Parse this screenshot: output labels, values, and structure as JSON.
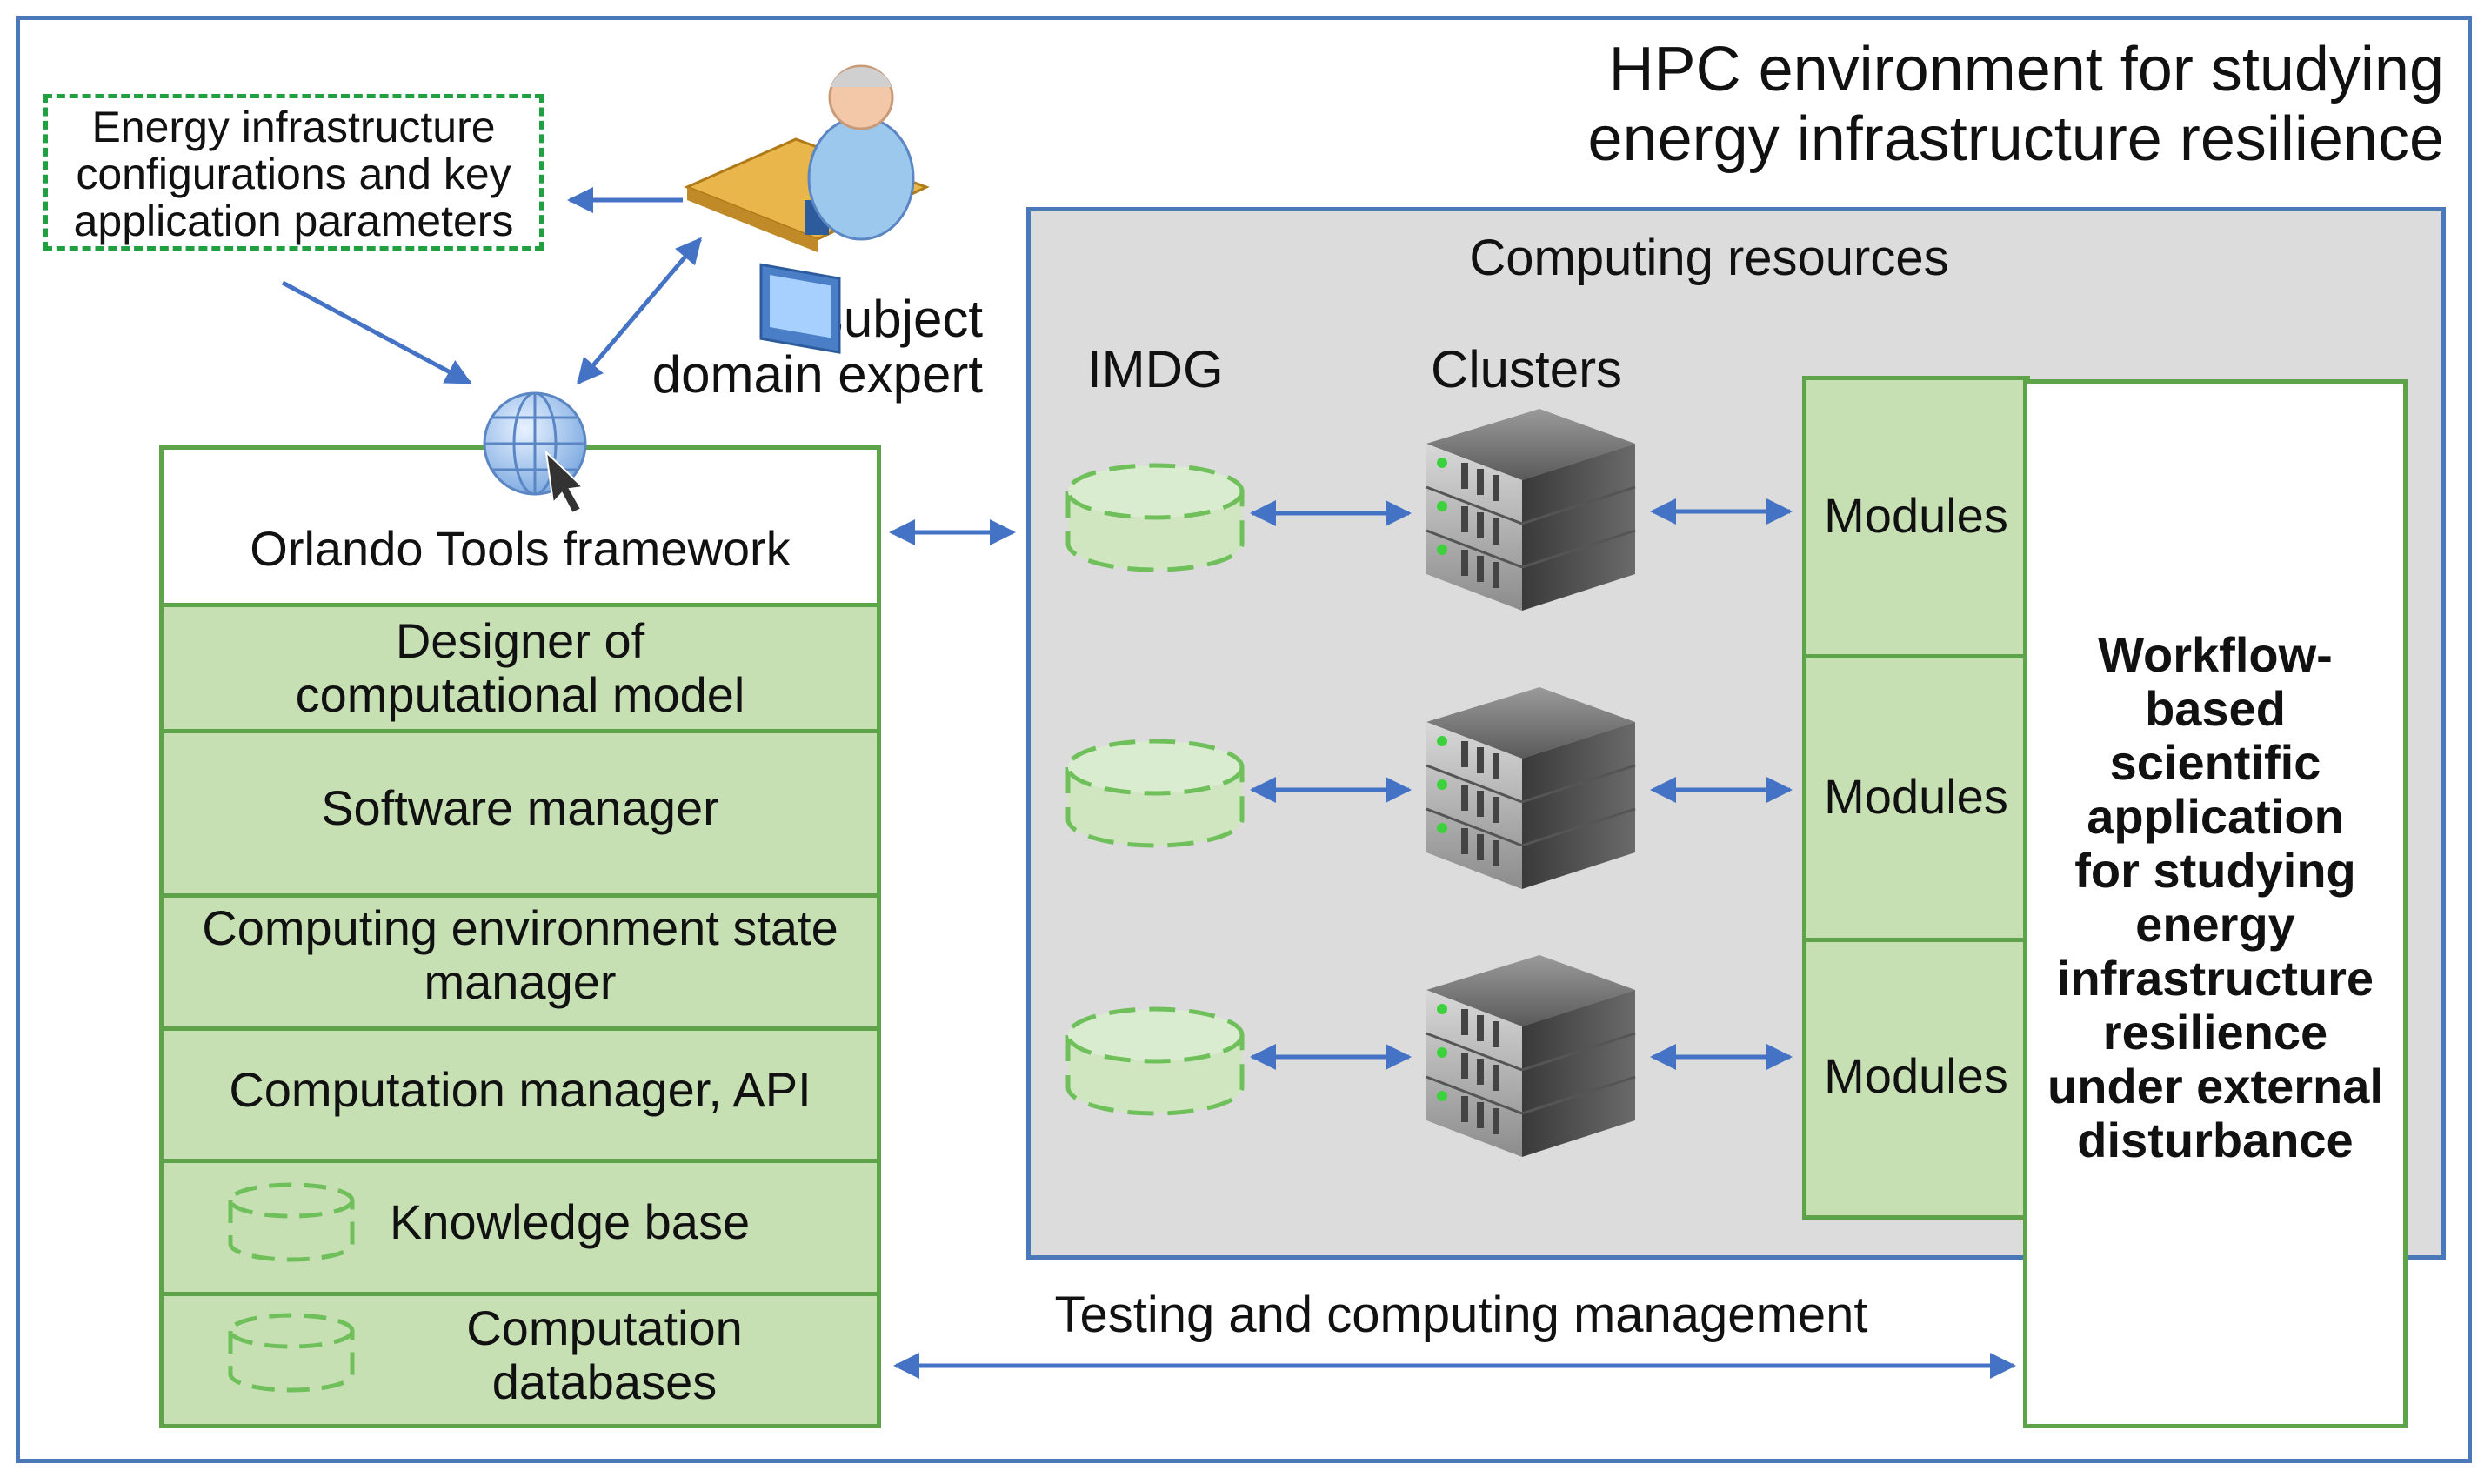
{
  "title": {
    "line1": "HPC environment for studying",
    "line2": "energy infrastructure resilience"
  },
  "config_box": {
    "line1": "Energy infrastructure",
    "line2": "configurations and key",
    "line3": "application parameters"
  },
  "expert": {
    "line1": "Subject",
    "line2": "domain expert"
  },
  "computing": {
    "title": "Computing resources",
    "imdg_label": "IMDG",
    "clusters_label": "Clusters",
    "modules": [
      "Modules",
      "Modules",
      "Modules"
    ]
  },
  "framework": {
    "title": "Orlando Tools framework",
    "sections": [
      {
        "line1": "Designer of",
        "line2": "computational model"
      },
      {
        "line1": "Software manager",
        "line2": ""
      },
      {
        "line1": "Computing environment state",
        "line2": "manager"
      },
      {
        "line1": "Computation manager, API",
        "line2": ""
      },
      {
        "line1": "Knowledge base",
        "line2": ""
      },
      {
        "line1": "Computation",
        "line2": "databases"
      }
    ]
  },
  "application": {
    "lines": [
      "Workflow-",
      "based",
      "scientific",
      "application",
      "for studying",
      "energy",
      "infrastructure",
      "resilience",
      "under external",
      "disturbance"
    ]
  },
  "testing_label": "Testing and computing management",
  "colors": {
    "border_blue": "#4a78b8",
    "arrow_blue": "#4472c4",
    "green_border": "#5ea24a",
    "green_fill": "#c6e0b4",
    "dash_green": "#20a040",
    "gray_fill": "#dcdcdc"
  }
}
